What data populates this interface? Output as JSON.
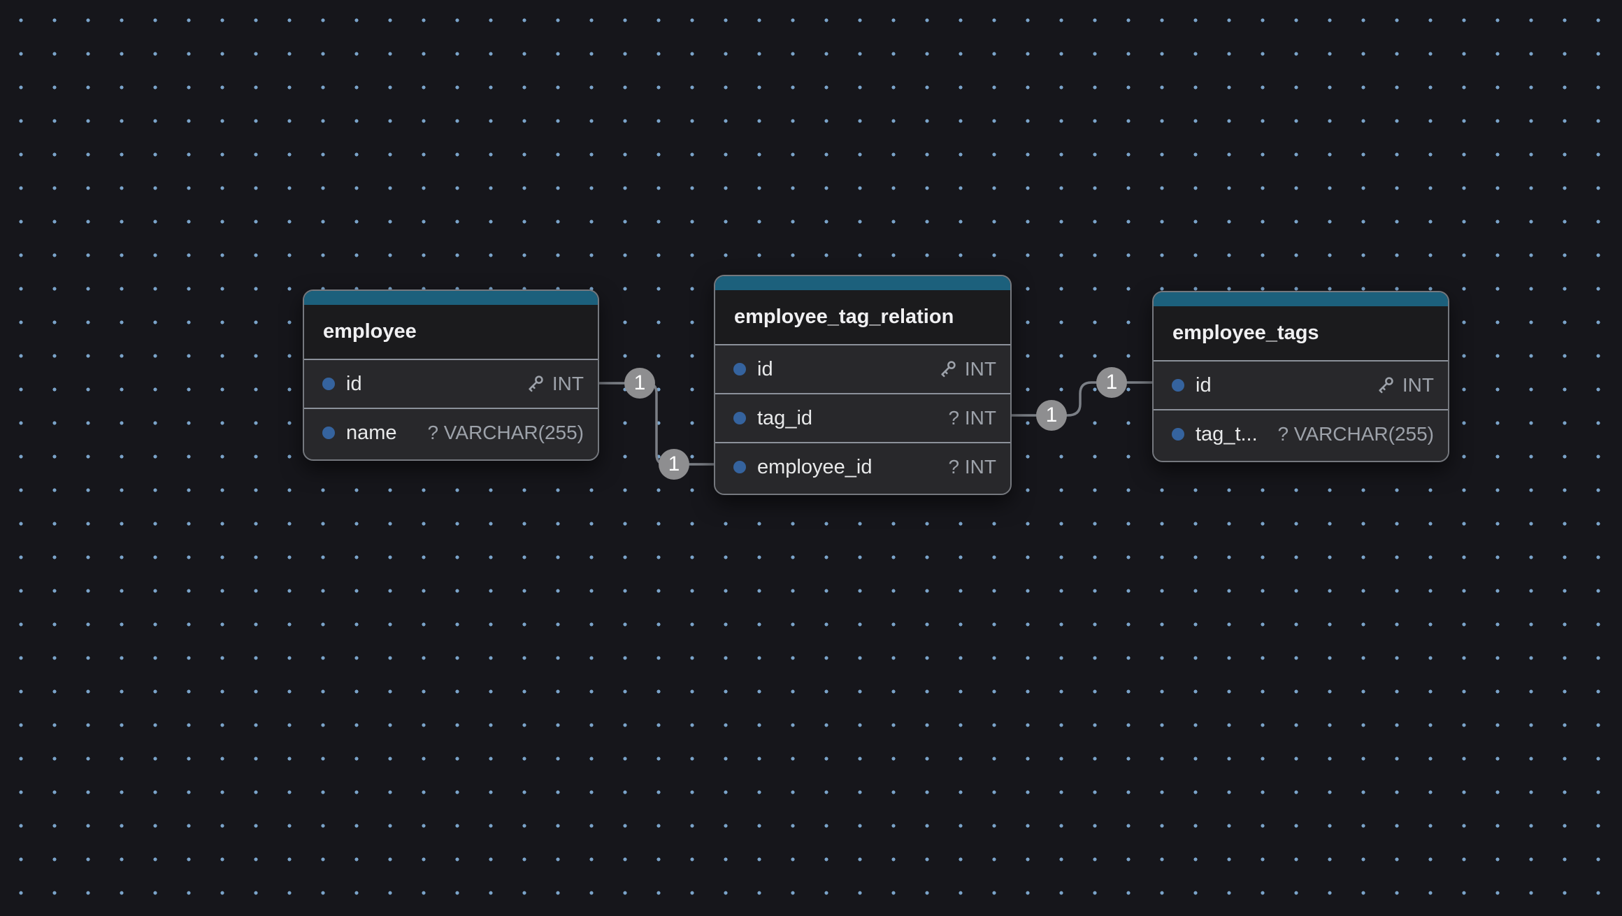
{
  "canvas": {
    "background_color": "#16161b",
    "dot_color": "#7aa3c9"
  },
  "tables": [
    {
      "name": "employee",
      "accent_color": "#1c607c",
      "fields": [
        {
          "name": "id",
          "type": "INT",
          "primary_key": true
        },
        {
          "name": "name",
          "type": "? VARCHAR(255)",
          "primary_key": false
        }
      ]
    },
    {
      "name": "employee_tag_relation",
      "accent_color": "#1c607c",
      "fields": [
        {
          "name": "id",
          "type": "INT",
          "primary_key": true
        },
        {
          "name": "tag_id",
          "type": "? INT",
          "primary_key": false
        },
        {
          "name": "employee_id",
          "type": "? INT",
          "primary_key": false
        }
      ]
    },
    {
      "name": "employee_tags",
      "accent_color": "#1c607c",
      "fields": [
        {
          "name": "id",
          "type": "INT",
          "primary_key": true
        },
        {
          "name": "tag_t...",
          "type": "? VARCHAR(255)",
          "primary_key": false
        }
      ]
    }
  ],
  "relationships": [
    {
      "from": "employee.id",
      "to": "employee_tag_relation.employee_id",
      "source_cardinality": "1",
      "target_cardinality": "1"
    },
    {
      "from": "employee_tags.id",
      "to": "employee_tag_relation.tag_id",
      "source_cardinality": "1",
      "target_cardinality": "1"
    }
  ]
}
